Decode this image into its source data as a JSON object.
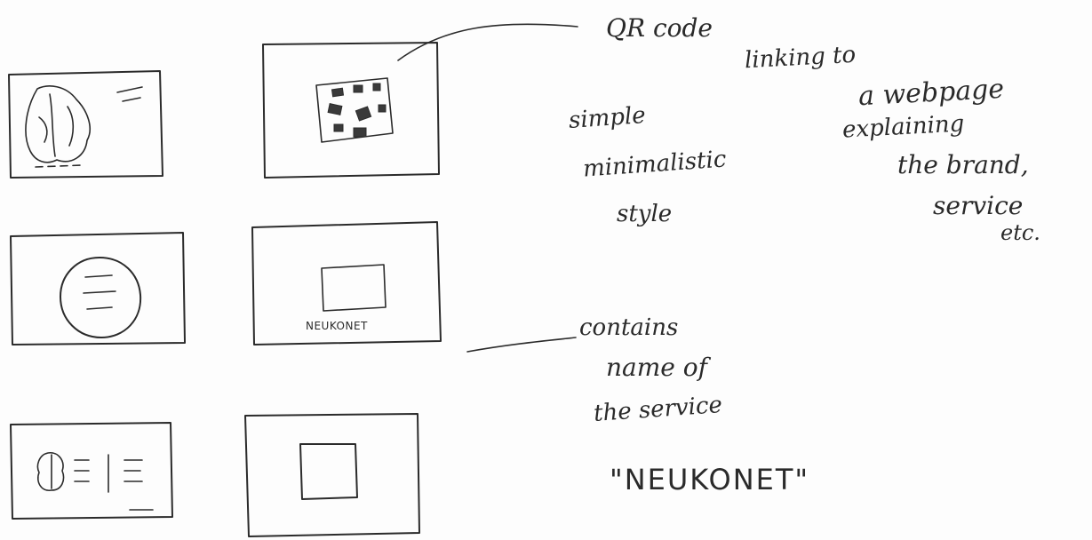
{
  "notes": {
    "qr_code": "QR code",
    "linking_to": "linking to",
    "a_webpage": "a webpage",
    "explaining": "explaining",
    "the_brand": "the brand,",
    "service": "service",
    "etc": "etc.",
    "simple": "simple",
    "minimalistic": "minimalistic",
    "style": "style",
    "contains": "contains",
    "name_of": "name of",
    "the_service": "the service",
    "quoted_name": "\"NEUKONET\""
  },
  "sketch_labels": {
    "card_name": "NEUKONET"
  },
  "colors": {
    "paper": "#fdfdfd",
    "ink": "#2b2b2b"
  }
}
